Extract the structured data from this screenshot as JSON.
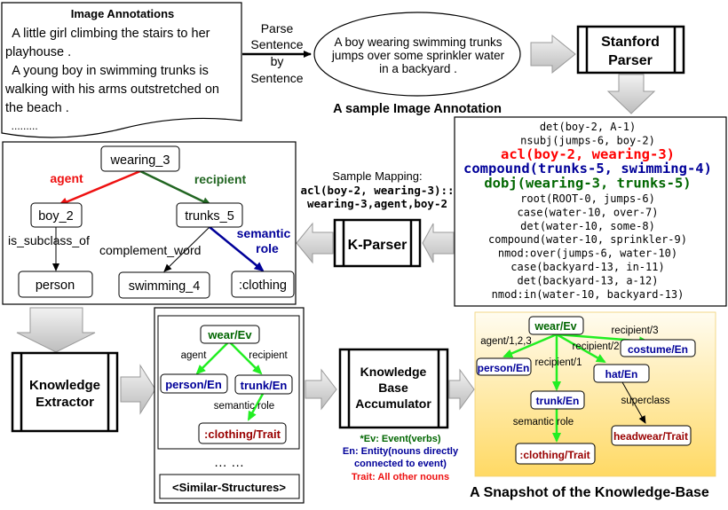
{
  "annotations_box": {
    "title": "Image Annotations",
    "lines": [
      "  A little girl climbing the stairs to her",
      "playhouse .",
      "  A young boy in swimming trunks is",
      "walking with his arms outstretched on",
      "the beach .",
      "  ........."
    ]
  },
  "parse_arrow_label": [
    "Parse",
    "Sentence",
    "by",
    "Sentence"
  ],
  "sample_sentence": [
    "A boy wearing swimming trunks",
    "jumps over some sprinkler water",
    "in a backyard ."
  ],
  "sample_caption": "A sample Image Annotation",
  "stanford_parser": [
    "Stanford",
    "Parser"
  ],
  "dependencies": [
    {
      "text": "det(boy-2, A-1)",
      "style": "plain"
    },
    {
      "text": "nsubj(jumps-6, boy-2)",
      "style": "plain"
    },
    {
      "text": "acl(boy-2, wearing-3)",
      "style": "red"
    },
    {
      "text": "compound(trunks-5, swimming-4)",
      "style": "blue"
    },
    {
      "text": "dobj(wearing-3, trunks-5)",
      "style": "green"
    },
    {
      "text": "root(ROOT-0, jumps-6)",
      "style": "plain"
    },
    {
      "text": "case(water-10, over-7)",
      "style": "plain"
    },
    {
      "text": "det(water-10, some-8)",
      "style": "plain"
    },
    {
      "text": "compound(water-10, sprinkler-9)",
      "style": "plain"
    },
    {
      "text": "nmod:over(jumps-6, water-10)",
      "style": "plain"
    },
    {
      "text": "case(backyard-13, in-11)",
      "style": "plain"
    },
    {
      "text": "det(backyard-13, a-12)",
      "style": "plain"
    },
    {
      "text": "nmod:in(water-10, backyard-13)",
      "style": "plain"
    }
  ],
  "sample_mapping": {
    "title": "Sample Mapping:",
    "lines": [
      "acl(boy-2, wearing-3)::",
      "wearing-3,agent,boy-2"
    ]
  },
  "kparser": "K-Parser",
  "semantic_graph": {
    "nodes": {
      "wearing": "wearing_3",
      "boy": "boy_2",
      "trunks": "trunks_5",
      "person": "person",
      "swimming": "swimming_4",
      "clothing": ":clothing"
    },
    "edges": {
      "agent": "agent",
      "recipient": "recipient",
      "subclass": "is_subclass_of",
      "complement": "complement_word",
      "semantic_role": [
        "semantic",
        "role"
      ]
    }
  },
  "knowledge_extractor": [
    "Knowledge",
    "Extractor"
  ],
  "structure": {
    "nodes": {
      "wear": "wear/Ev",
      "person": "person/En",
      "trunk": "trunk/En",
      "clothing": ":clothing/Trait"
    },
    "edges": {
      "agent": "agent",
      "recipient": "recipient",
      "semantic_role": "semantic role"
    },
    "dots": "… …",
    "similar": "<Similar-Structures>"
  },
  "accumulator": [
    "Knowledge",
    "Base",
    "Accumulator"
  ],
  "legend": {
    "ev": "*Ev: Event(verbs)",
    "en": [
      "En: Entity(nouns directly",
      "connected to event)"
    ],
    "trait": "Trait: All other nouns"
  },
  "knowledge_base": {
    "nodes": {
      "wear": "wear/Ev",
      "person": "person/En",
      "costume": "costume/En",
      "hat": "hat/En",
      "trunk": "trunk/En",
      "headwear": "headwear/Trait",
      "clothing": ":clothing/Trait"
    },
    "edges": {
      "agent": "agent/1,2,3",
      "recipient3": "recipient/3",
      "recipient2": "recipient/2",
      "recipient1": "recipient/1",
      "superclass": "superclass",
      "semantic_role": "semantic role"
    }
  },
  "kb_caption": "A Snapshot of the Knowledge-Base",
  "colors": {
    "red": "#ff0000",
    "blue": "#000099",
    "green": "#006600",
    "darkred": "#990000",
    "bright_green": "#22ee22",
    "kb_bg_top": "#fffdf2",
    "kb_bg_bottom": "#ffd964"
  }
}
